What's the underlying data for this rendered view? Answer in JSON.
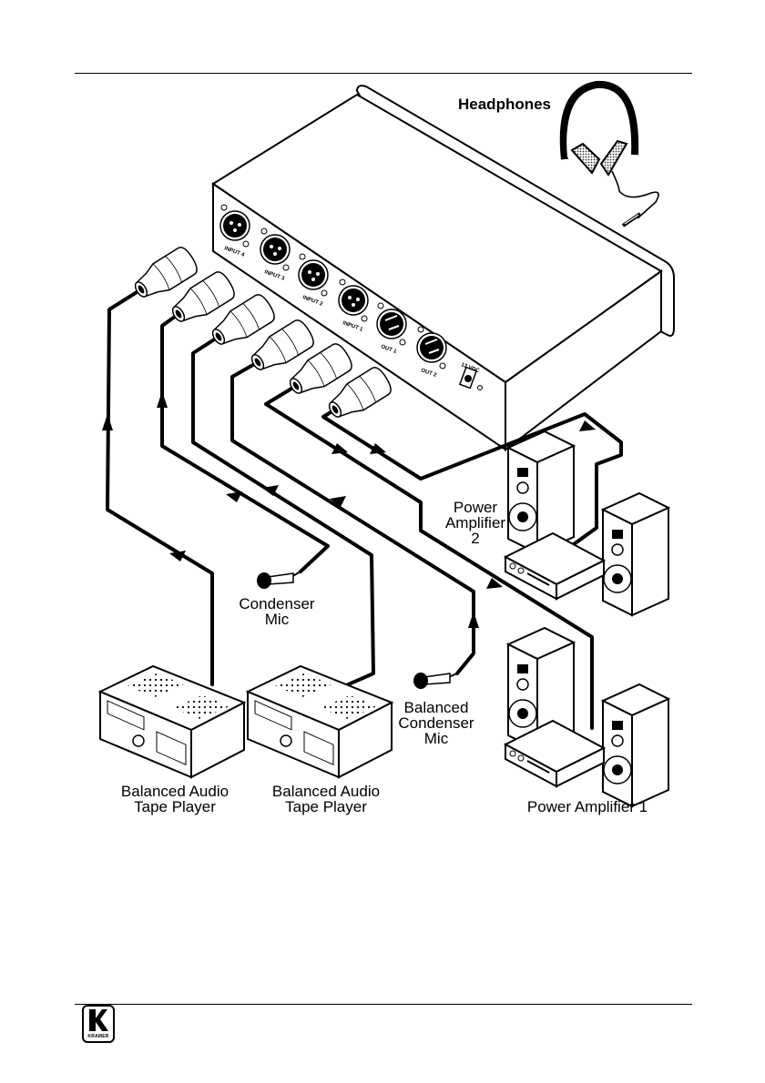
{
  "diagram": {
    "device": {
      "connectors": [
        {
          "id": "input-4",
          "label": "INPUT 4",
          "type": "xlr-female"
        },
        {
          "id": "input-3",
          "label": "INPUT 3",
          "type": "xlr-female"
        },
        {
          "id": "input-2",
          "label": "INPUT 2",
          "type": "xlr-female"
        },
        {
          "id": "input-1",
          "label": "INPUT 1",
          "type": "xlr-female"
        },
        {
          "id": "out-1",
          "label": "OUT 1",
          "type": "xlr-male"
        },
        {
          "id": "out-2",
          "label": "OUT 2",
          "type": "xlr-male"
        }
      ],
      "power_label": "12 VDC"
    },
    "labels": {
      "headphones": "Headphones",
      "power_amp_2": [
        "Power",
        "Amplifier",
        "2"
      ],
      "condenser_mic": [
        "Condenser",
        "Mic"
      ],
      "balanced_condenser_mic": [
        "Balanced",
        "Condenser",
        "Mic"
      ],
      "tape_player_a": [
        "Balanced Audio",
        "Tape Player"
      ],
      "tape_player_b": [
        "Balanced Audio",
        "Tape Player"
      ],
      "power_amp_1": "Power Amplifier 1"
    },
    "connections": [
      {
        "from": "Balanced Audio Tape Player (left)",
        "to": "INPUT 4",
        "direction": "to-device"
      },
      {
        "from": "Condenser Mic",
        "to": "INPUT 3",
        "direction": "to-device"
      },
      {
        "from": "Balanced Audio Tape Player (right)",
        "to": "INPUT 2",
        "direction": "to-device"
      },
      {
        "from": "Balanced Condenser Mic",
        "to": "INPUT 1",
        "direction": "to-device"
      },
      {
        "from": "OUT 1",
        "to": "Power Amplifier 1",
        "direction": "from-device"
      },
      {
        "from": "OUT 2",
        "to": "Power Amplifier 2",
        "direction": "from-device"
      }
    ]
  },
  "footer": {
    "logo_brand": "KRAMER"
  }
}
